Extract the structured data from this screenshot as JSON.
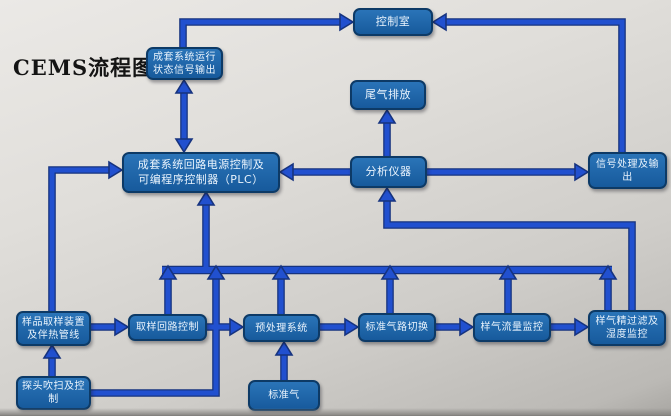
{
  "title": "CEMS流程图",
  "colors": {
    "arrow_main": "#2150cf",
    "arrow_dark": "#16337f",
    "box_top": "#2a74b8",
    "box_bottom": "#175a9c",
    "box_border": "#0d3a66",
    "box_text": "#eaf4fd",
    "title_text": "#141414"
  },
  "diagram": {
    "nodes": [
      {
        "id": "control-room",
        "lines": [
          "控制室"
        ]
      },
      {
        "id": "status-signal",
        "lines": [
          "成套系统运行",
          "状态信号输出"
        ]
      },
      {
        "id": "exhaust",
        "lines": [
          "尾气排放"
        ]
      },
      {
        "id": "plc",
        "lines": [
          "成套系统回路电源控制及",
          "可编程序控制器（PLC）"
        ]
      },
      {
        "id": "analyzer",
        "lines": [
          "分析仪器"
        ]
      },
      {
        "id": "signal-output",
        "lines": [
          "信号处理及输",
          "出"
        ]
      },
      {
        "id": "sampling-device",
        "lines": [
          "样品取样装置",
          "及伴热管线"
        ]
      },
      {
        "id": "sampling-loop",
        "lines": [
          "取样回路控制"
        ]
      },
      {
        "id": "pretreatment",
        "lines": [
          "预处理系统"
        ]
      },
      {
        "id": "gas-path-switch",
        "lines": [
          "标准气路切换"
        ]
      },
      {
        "id": "flow-monitor",
        "lines": [
          "样气流量监控"
        ]
      },
      {
        "id": "fine-filter",
        "lines": [
          "样气精过滤及",
          "湿度监控"
        ]
      },
      {
        "id": "probe-purge",
        "lines": [
          "探头吹扫及控",
          "制"
        ]
      },
      {
        "id": "standard-gas",
        "lines": [
          "标准气"
        ]
      }
    ],
    "edges": [
      {
        "from": "status-signal",
        "to": "control-room"
      },
      {
        "from": "signal-output",
        "to": "control-room"
      },
      {
        "from": "plc",
        "to": "status-signal",
        "bidirectional": true
      },
      {
        "from": "analyzer",
        "to": "exhaust"
      },
      {
        "from": "analyzer",
        "to": "signal-output"
      },
      {
        "from": "analyzer",
        "to": "plc"
      },
      {
        "from": "sampling-device",
        "to": "plc"
      },
      {
        "from": "probe-purge",
        "to": "sampling-device"
      },
      {
        "from": "sampling-device",
        "to": "sampling-loop"
      },
      {
        "from": "sampling-loop",
        "to": "pretreatment"
      },
      {
        "from": "pretreatment",
        "to": "gas-path-switch"
      },
      {
        "from": "gas-path-switch",
        "to": "flow-monitor"
      },
      {
        "from": "flow-monitor",
        "to": "fine-filter"
      },
      {
        "from": "standard-gas",
        "to": "pretreatment"
      },
      {
        "from": "fine-filter",
        "to": "analyzer"
      },
      {
        "from": "sampling-loop",
        "to": "plc",
        "via": "bus"
      },
      {
        "from": "probe-purge",
        "to": "plc",
        "via": "bus"
      },
      {
        "from": "pretreatment",
        "to": "plc",
        "via": "bus"
      },
      {
        "from": "gas-path-switch",
        "to": "plc",
        "via": "bus"
      },
      {
        "from": "flow-monitor",
        "to": "plc",
        "via": "bus"
      },
      {
        "from": "fine-filter",
        "to": "plc",
        "via": "bus"
      }
    ]
  }
}
